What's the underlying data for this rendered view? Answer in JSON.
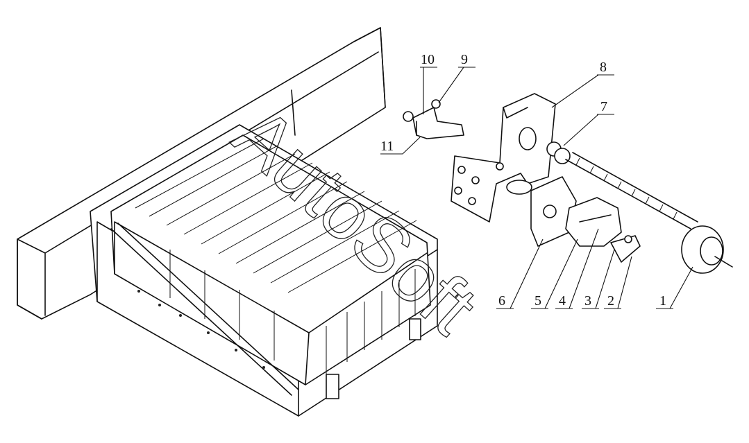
{
  "watermark": "AutoSoft",
  "part_labels": [
    "1",
    "2",
    "3",
    "4",
    "5",
    "6",
    "7",
    "8",
    "9",
    "10",
    "11"
  ],
  "colors": {
    "line": "#111111",
    "background": "#ffffff"
  }
}
